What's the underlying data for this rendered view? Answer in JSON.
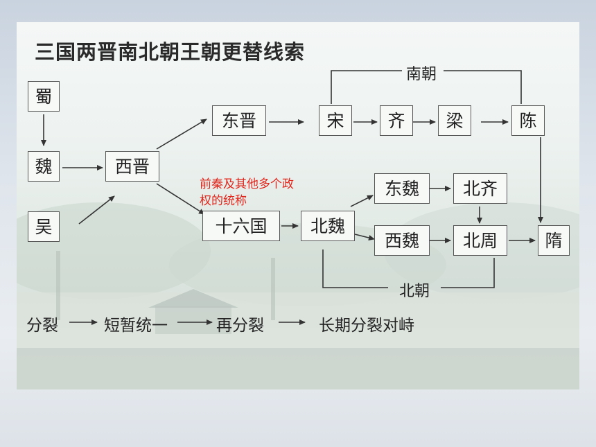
{
  "title": "三国两晋南北朝王朝更替线索",
  "nodes": {
    "shu": "蜀",
    "wei": "魏",
    "wu": "吴",
    "xijin": "西晋",
    "dongjin": "东晋",
    "shiliuguo": "十六国",
    "beiwei": "北魏",
    "song": "宋",
    "qi": "齐",
    "liang": "梁",
    "chen": "陈",
    "dongwei": "东魏",
    "xiwei": "西魏",
    "beiqi": "北齐",
    "beizhou": "北周",
    "sui": "隋"
  },
  "labels": {
    "nanchao": "南朝",
    "beichao": "北朝"
  },
  "note": "前秦及其他多个政权的统称",
  "flow": [
    "分裂",
    "短暂统一",
    "再分裂",
    "长期分裂对峙"
  ],
  "colors": {
    "note": "#e0251b",
    "line": "#333333"
  }
}
